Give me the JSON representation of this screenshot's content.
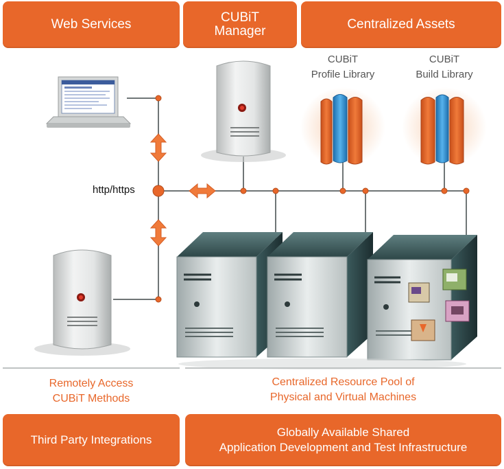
{
  "headers": {
    "web_services": "Web Services",
    "cubit_manager": "CUBiT\nManager",
    "centralized_assets": "Centralized Assets"
  },
  "libraries": {
    "profile": "CUBiT\nProfile Library",
    "build": "CUBiT\nBuild Library"
  },
  "protocol_label": "http/https",
  "captions": {
    "remote_access": "Remotely Access\nCUBiT Methods",
    "resource_pool": "Centralized Resource Pool of\nPhysical and Virtual Machines"
  },
  "footers": {
    "third_party": "Third Party Integrations",
    "infrastructure": "Globally Available Shared\nApplication Development and Test Infrastructure"
  },
  "colors": {
    "accent": "#e8672a",
    "book_orange": "#e8672a",
    "book_blue": "#3a9ad9",
    "server_grey": "#cfd3d3",
    "server_dark_teal": "#2f4a4c"
  }
}
